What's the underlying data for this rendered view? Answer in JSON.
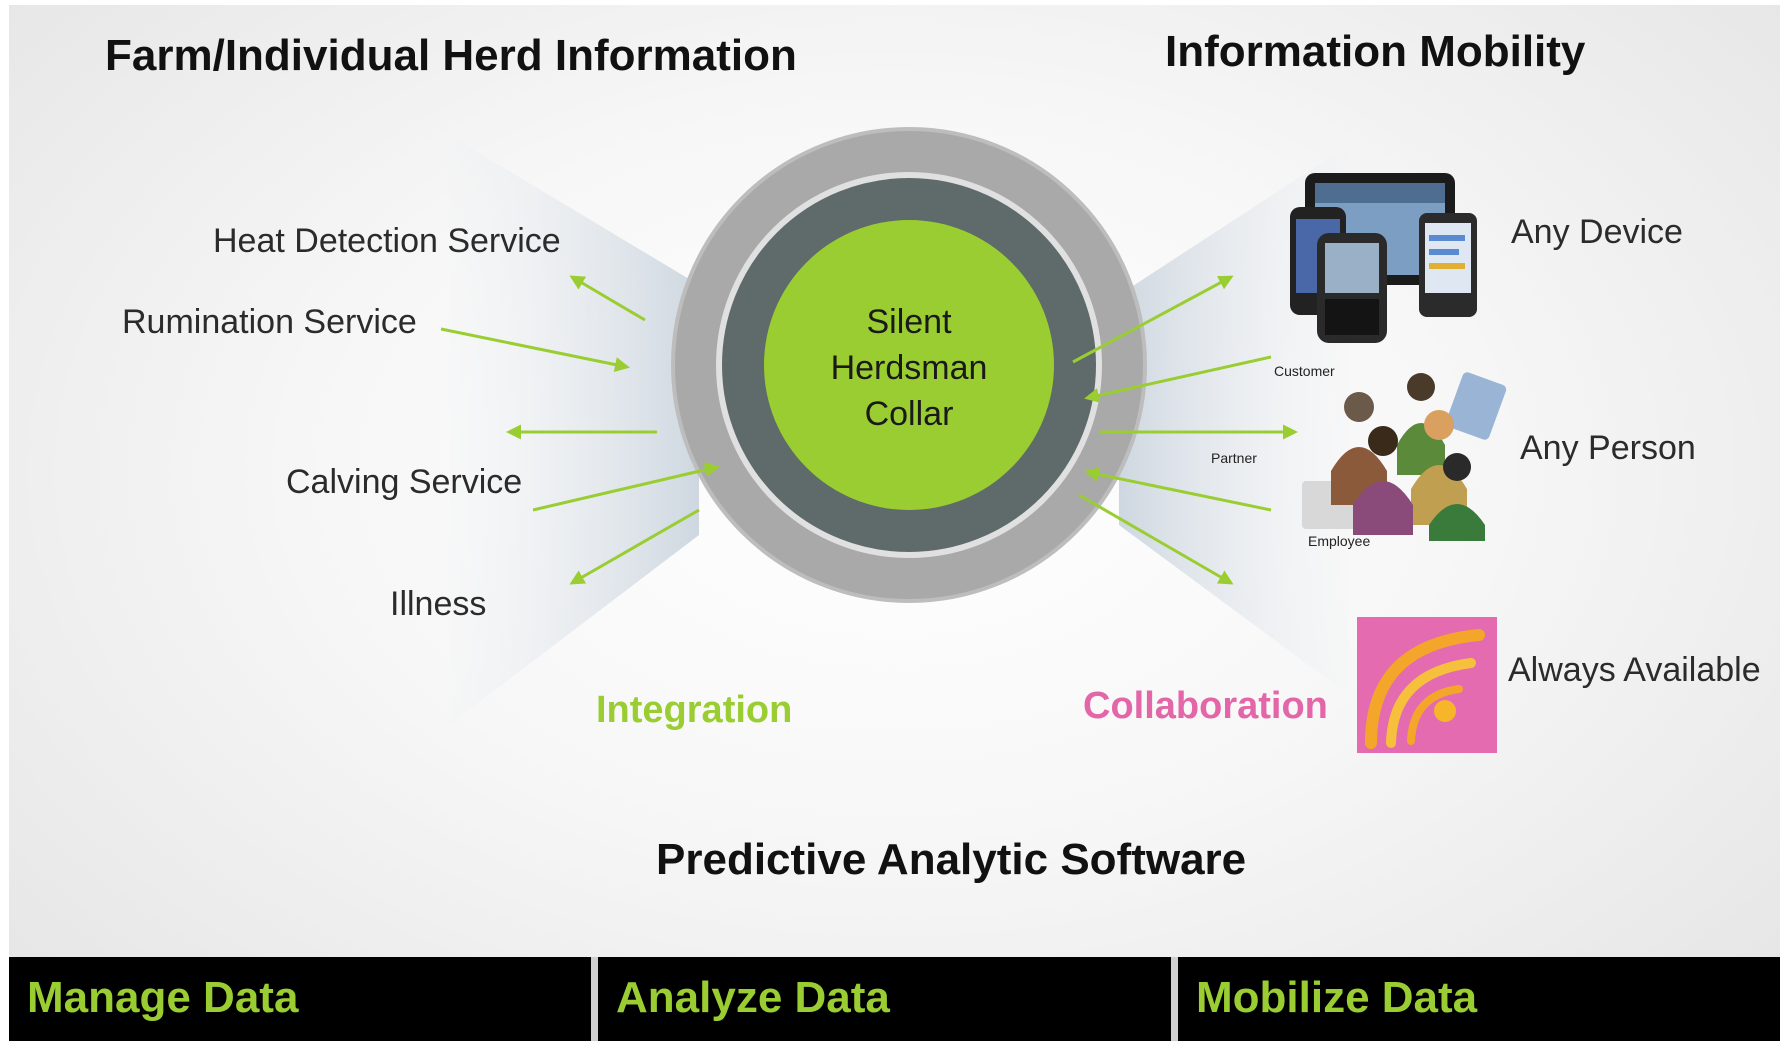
{
  "headings": {
    "left": "Farm/Individual Herd Information",
    "right": "Information Mobility",
    "bottom": "Predictive Analytic Software"
  },
  "center": {
    "line1": "Silent",
    "line2": "Herdsman",
    "line3": "Collar"
  },
  "services": {
    "heat": "Heat Detection Service",
    "rumination": "Rumination Service",
    "calving": "Calving Service",
    "illness": "Illness"
  },
  "mobility": {
    "device": "Any Device",
    "person": "Any Person",
    "available": "Always Available"
  },
  "people_labels": {
    "customer": "Customer",
    "partner": "Partner",
    "employee": "Employee"
  },
  "themes": {
    "integration": "Integration",
    "collaboration": "Collaboration"
  },
  "bottom_bar": [
    "Manage Data",
    "Analyze Data",
    "Mobilize Data"
  ],
  "colors": {
    "accent_green": "#9acd32",
    "pink": "#e266a8",
    "ring_outer": "#a9a9a9",
    "ring_inner": "#5f6a6a",
    "bar": "#000000"
  },
  "icons": {
    "devices": "mobile-devices-icon",
    "people": "people-group-icon",
    "availability": "signal-swirl-icon"
  }
}
